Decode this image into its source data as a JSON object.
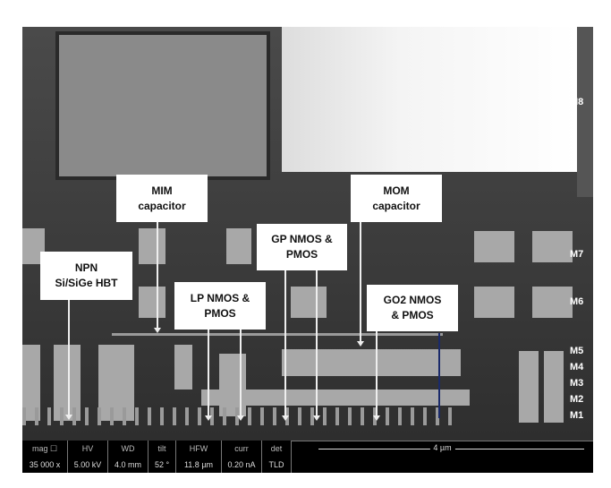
{
  "labels": {
    "mim": [
      "MIM",
      "capacitor"
    ],
    "mom": [
      "MOM",
      "capacitor"
    ],
    "npn": [
      "NPN",
      "Si/SiGe HBT"
    ],
    "lp": [
      "LP NMOS &",
      "PMOS"
    ],
    "gp": [
      "GP NMOS &",
      "PMOS"
    ],
    "go2": [
      "GO2 NMOS",
      "& PMOS"
    ]
  },
  "metal_levels": [
    "M8",
    "M7",
    "M6",
    "M5",
    "M4",
    "M3",
    "M2",
    "M1"
  ],
  "databar": {
    "columns": [
      {
        "header": "mag ☐",
        "value": "35 000 x"
      },
      {
        "header": "HV",
        "value": "5.00 kV"
      },
      {
        "header": "WD",
        "value": "4.0 mm"
      },
      {
        "header": "tilt",
        "value": "52 °"
      },
      {
        "header": "HFW",
        "value": "11.8 µm"
      },
      {
        "header": "curr",
        "value": "0.20 nA"
      },
      {
        "header": "det",
        "value": "TLD"
      }
    ],
    "scale": "4 µm"
  }
}
